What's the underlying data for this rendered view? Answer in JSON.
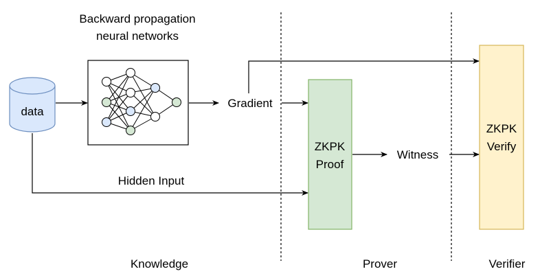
{
  "title": {
    "line1": "Backward propagation",
    "line2": "neural networks"
  },
  "data_node": "data",
  "gradient": "Gradient",
  "hidden_input": "Hidden Input",
  "proof_box": {
    "line1": "ZKPK",
    "line2": "Proof"
  },
  "witness": "Witness",
  "verify_box": {
    "line1": "ZKPK",
    "line2": "Verify"
  },
  "sections": {
    "knowledge": "Knowledge",
    "prover": "Prover",
    "verifier": "Verifier"
  },
  "colors": {
    "db_fill": "#dae8fc",
    "db_stroke": "#6c8ebf",
    "proof_fill": "#d5e8d4",
    "proof_stroke": "#82b366",
    "verify_fill": "#fff2cc",
    "verify_stroke": "#d6b656",
    "nn_blue": "#dae8fc",
    "nn_green": "#d5e8d4",
    "nn_white": "#ffffff"
  },
  "neural_net": {
    "layers": [
      [
        "nn_white",
        "nn_green",
        "nn_blue"
      ],
      [
        "nn_white",
        "nn_white",
        "nn_blue",
        "nn_green"
      ],
      [
        "nn_white",
        "nn_blue",
        "nn_blue",
        "nn_green"
      ],
      [
        "nn_blue",
        "nn_white"
      ],
      [
        "nn_green"
      ]
    ]
  }
}
